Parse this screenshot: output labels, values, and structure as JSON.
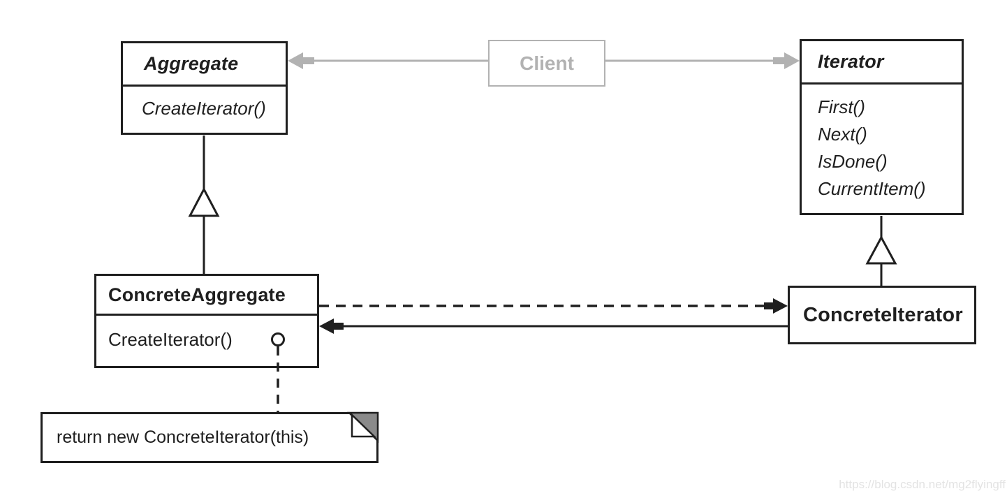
{
  "diagram": {
    "kind": "uml-class-diagram",
    "pattern": "Iterator"
  },
  "classes": {
    "aggregate": {
      "name": "Aggregate",
      "stereotype": "abstract",
      "methods": [
        "CreateIterator()"
      ]
    },
    "client": {
      "name": "Client",
      "stereotype": "dimmed"
    },
    "iterator": {
      "name": "Iterator",
      "stereotype": "abstract",
      "methods": [
        "First()",
        "Next()",
        "IsDone()",
        "CurrentItem()"
      ]
    },
    "concrete_aggregate": {
      "name": "ConcreteAggregate",
      "methods": [
        "CreateIterator()"
      ]
    },
    "concrete_iterator": {
      "name": "ConcreteIterator"
    }
  },
  "relationships": [
    {
      "from": "Client",
      "to": "Aggregate",
      "type": "association",
      "style": "gray-solid-arrow"
    },
    {
      "from": "Client",
      "to": "Iterator",
      "type": "association",
      "style": "gray-solid-arrow"
    },
    {
      "from": "ConcreteAggregate",
      "to": "Aggregate",
      "type": "inheritance",
      "style": "open-triangle"
    },
    {
      "from": "ConcreteIterator",
      "to": "Iterator",
      "type": "inheritance",
      "style": "open-triangle"
    },
    {
      "from": "ConcreteAggregate",
      "to": "ConcreteIterator",
      "type": "creates",
      "style": "dashed-filled-arrow"
    },
    {
      "from": "ConcreteIterator",
      "to": "ConcreteAggregate",
      "type": "association",
      "style": "solid-filled-arrow"
    },
    {
      "from": "ConcreteAggregate.CreateIterator()",
      "to": "note",
      "type": "note-anchor",
      "style": "circle-dashed-line"
    }
  ],
  "note": {
    "text": "return new ConcreteIterator(this)"
  },
  "watermark": {
    "text": "https://blog.csdn.net/mg2flyingff"
  },
  "colors": {
    "line": "#1f1f1f",
    "client_gray": "#b2b2b2",
    "dogear_gray": "#8a8a8a",
    "watermark_gray": "#e3e3e3"
  }
}
